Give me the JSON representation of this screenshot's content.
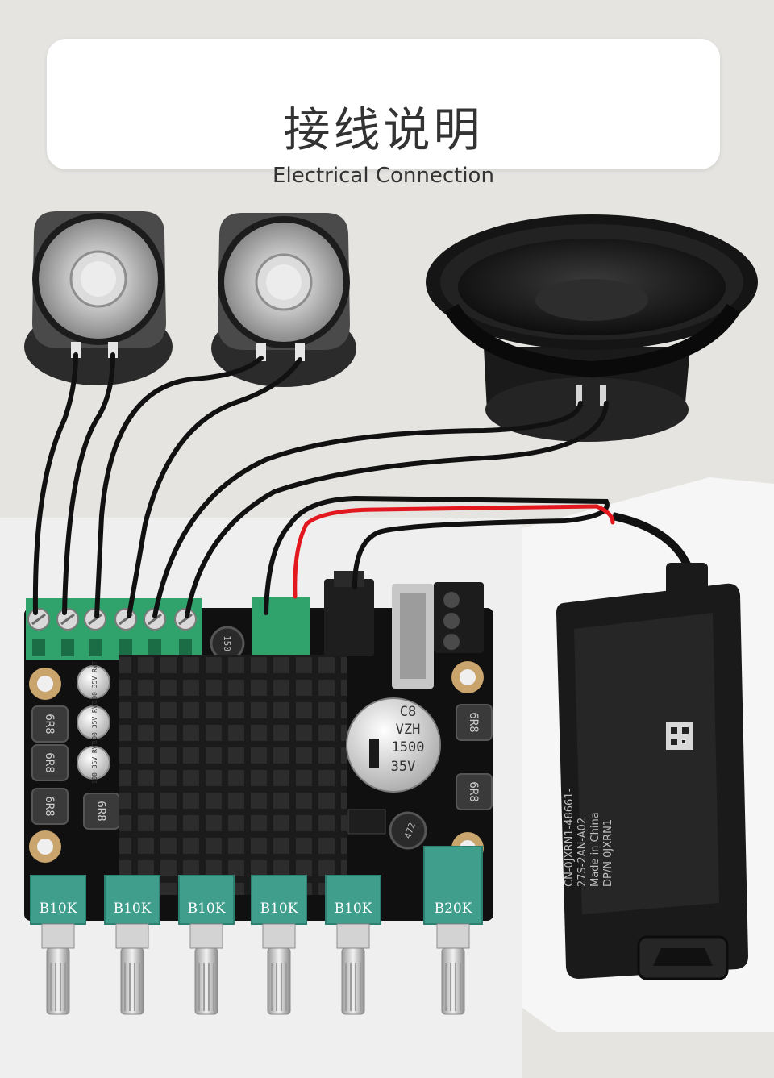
{
  "header": {
    "title_zh": "接线说明",
    "title_en": "Electrical Connection"
  },
  "board": {
    "potentiometers": [
      "B10K",
      "B10K",
      "B10K",
      "B10K",
      "B10K",
      "B20K"
    ],
    "inductor_labels": [
      "6R8",
      "6R8",
      "6R8",
      "6R8",
      "6R8",
      "6R8"
    ],
    "small_caps": [
      "100 35V RVT",
      "100 35V RVT",
      "100 35V RVT"
    ],
    "main_cap": [
      "C8",
      "VZH",
      "1500",
      "35V"
    ],
    "small_inductor": "150",
    "coil_472": "472"
  },
  "adapter": {
    "label_line_1": "CN-0JXRN1-48661-",
    "label_line_2": "27S-2AN-A02",
    "label_line_3": "Made in China",
    "label_line_4": "DP/N 0JXRN1"
  },
  "colors": {
    "background": "#e5e4e1",
    "wire_black": "#111111",
    "wire_red": "#e3181e",
    "pcb": "#101010",
    "terminal_green": "#2fa36b",
    "pot_teal": "#3f9e8c",
    "adapter_body": "#1a1a1a"
  }
}
